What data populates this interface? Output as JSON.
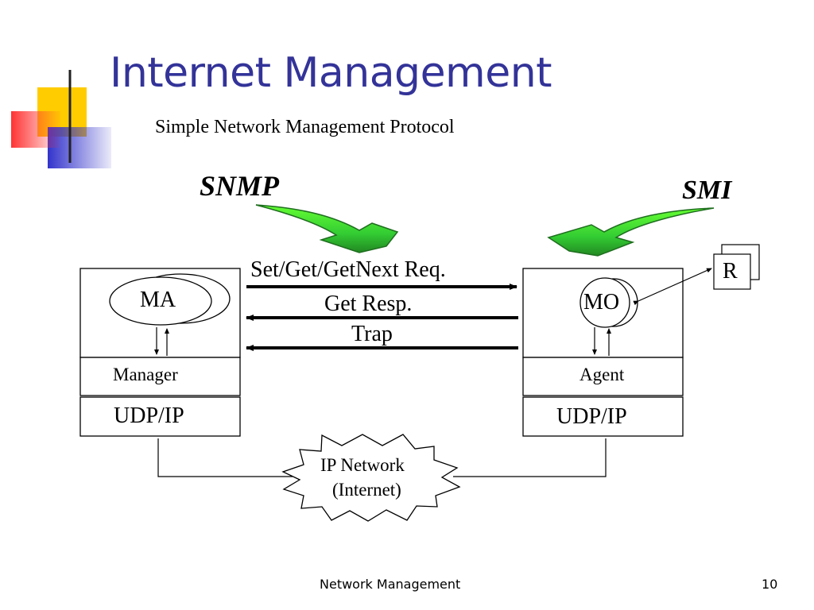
{
  "slide": {
    "title": "Internet Management",
    "subtitle": "Simple Network Management Protocol"
  },
  "diagram": {
    "snmp_label": "SNMP",
    "smi_label": "SMI",
    "manager_box": {
      "entity": "MA",
      "layer": "Manager",
      "transport": "UDP/IP"
    },
    "agent_box": {
      "entity": "MO",
      "layer": "Agent",
      "transport": "UDP/IP"
    },
    "resource_label": "R",
    "messages": {
      "request": "Set/Get/GetNext  Req.",
      "response": "Get Resp.",
      "trap": "Trap"
    },
    "network": {
      "line1": "IP Network",
      "line2": "(Internet)"
    }
  },
  "footer": {
    "center": "Network Management",
    "page_number": "10"
  },
  "colors": {
    "title": "#333399",
    "arrow_green": "#33cc33",
    "deco_yellow": "#ffcc00",
    "deco_red": "#ff3333",
    "deco_blue": "#3333cc"
  }
}
